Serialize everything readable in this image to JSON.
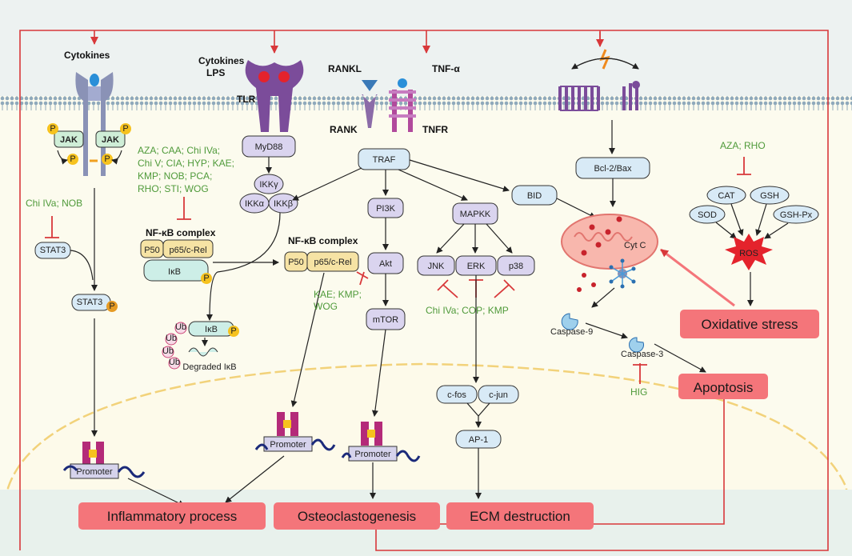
{
  "colors": {
    "membrane": "#9bb4c4",
    "cytoplasm": "#fcfbee",
    "nucleus_border": "#f2d27a",
    "outcome_box": "#f4757a",
    "drug_text": "#4f9a3a",
    "inhibit": "#d8383a",
    "node_purple": "#dad4ef",
    "node_blue": "#d8eaf6"
  },
  "receptors": {
    "cytokines_top": "Cytokines",
    "cytokines_lps": "Cytokines\nLPS",
    "tlr": "TLR",
    "rankl": "RANKL",
    "rank": "RANK",
    "tnf_alpha": "TNF-α",
    "tnfr": "TNFR"
  },
  "jak": {
    "jak1": "JAK",
    "jak2": "JAK",
    "p": "P"
  },
  "drugs": {
    "jak_stat": "Chi IVa; NOB",
    "nfkb_1": "AZA; CAA;  Chi IVa;",
    "nfkb_2": "Chi V; CIA;  HYP; KAE;",
    "nfkb_3": "KMP; NOB; PCA;",
    "nfkb_4": "RHO;  STI; WOG",
    "akt_1": "KAE; KMP;",
    "akt_2": "WOG",
    "mapk": "Chi IVa; COP;  KMP",
    "apoptosis": "HIG",
    "oxidative": "AZA; RHO"
  },
  "nodes": {
    "stat3_a": "STAT3",
    "stat3_b": "STAT3",
    "myd88": "MyD88",
    "ikkg": "IKKγ",
    "ikka": "IKKα",
    "ikkb": "IKKβ",
    "nfkb_complex_label_1": "NF-κB complex",
    "p50_1": "P50",
    "p65_1": "p65/c-Rel",
    "ikb_1": "IκB",
    "nfkb_complex_label_2": "NF-κB complex",
    "p50_2": "P50",
    "p65_2": "p65/c-Rel",
    "ikb_ub": "IκB",
    "ub": "Ub",
    "degraded": "Degraded IκB",
    "traf": "TRAF",
    "pi3k": "PI3K",
    "akt": "Akt",
    "mtor": "mTOR",
    "mapkk": "MAPKK",
    "jnk": "JNK",
    "erk": "ERK",
    "p38": "p38",
    "cfos": "c-fos",
    "cjun": "c-jun",
    "ap1": "AP-1",
    "bid": "BID",
    "bcl2": "Bcl-2/Bax",
    "cytc": "Cyt C",
    "caspase9": "Caspase-9",
    "caspase3": "Caspase-3",
    "cat": "CAT",
    "gsh": "GSH",
    "sod": "SOD",
    "gshpx": "GSH-Px",
    "ros": "ROS",
    "promoter_1": "Promoter",
    "promoter_2": "Promoter",
    "promoter_3": "Promoter"
  },
  "outcomes": {
    "inflammatory": "Inflammatory process",
    "osteoclastogenesis": "Osteoclastogenesis",
    "ecm": "ECM destruction",
    "apoptosis": "Apoptosis",
    "oxidative": "Oxidative stress"
  }
}
